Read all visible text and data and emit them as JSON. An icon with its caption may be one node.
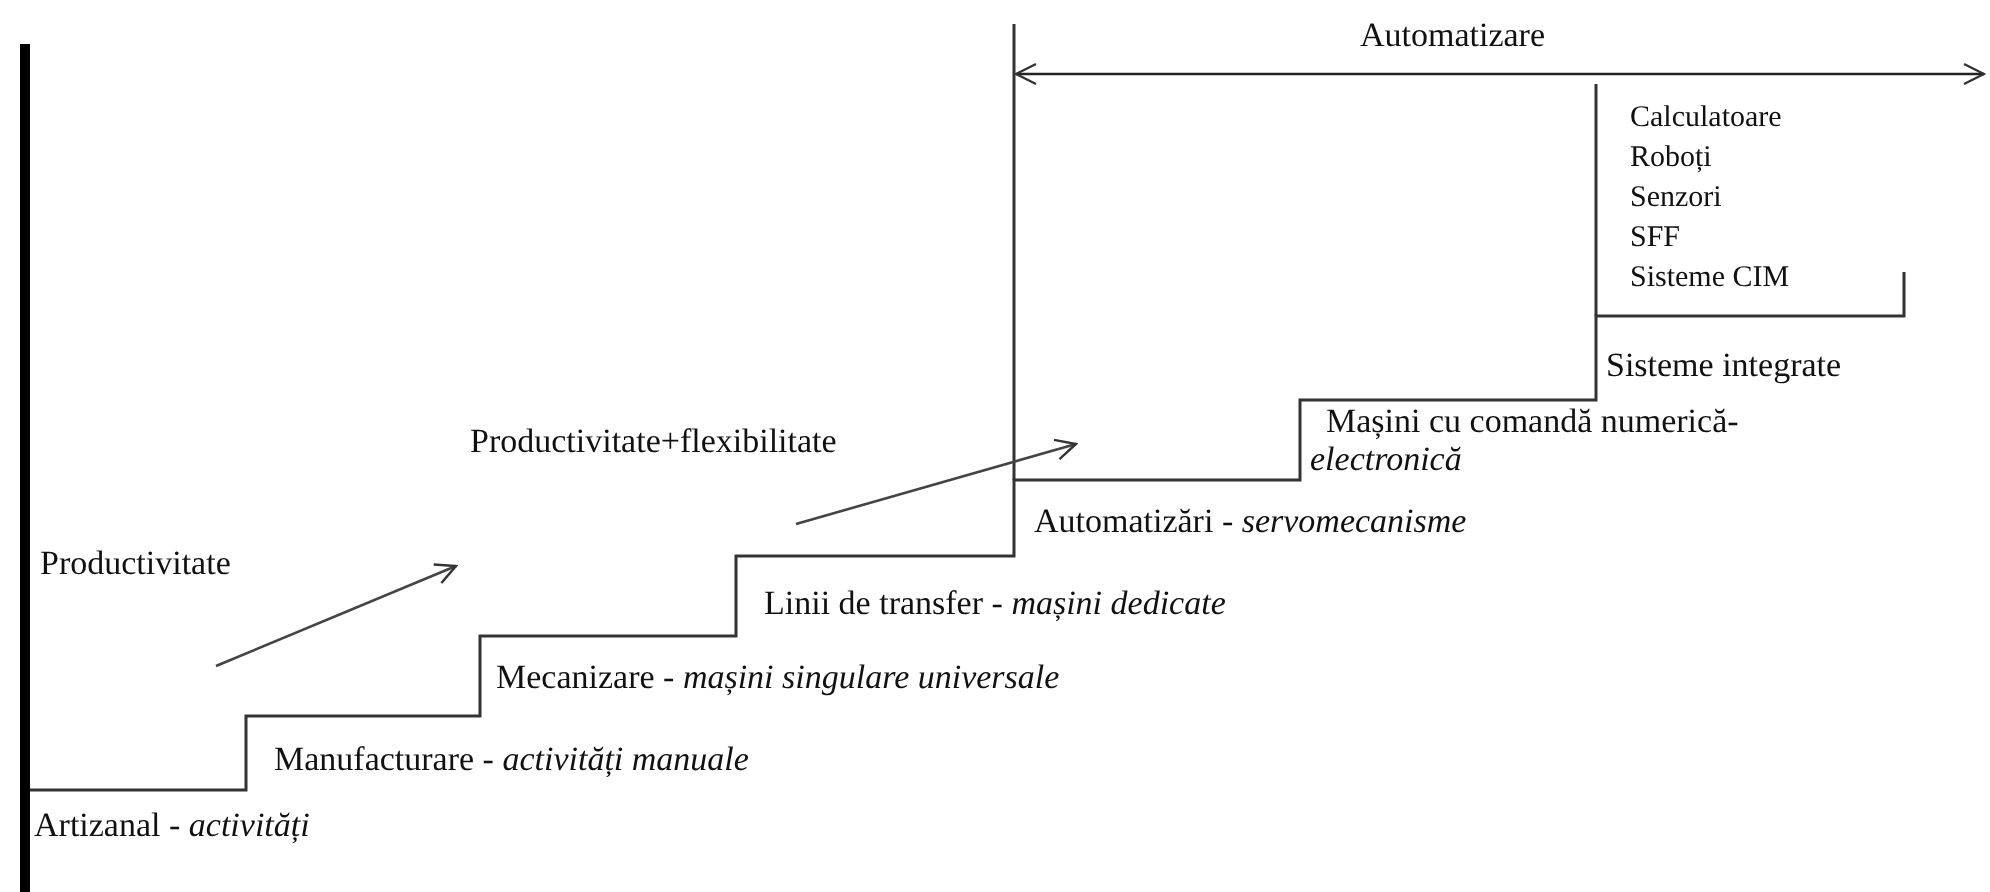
{
  "diagram": {
    "labels": [
      "Automatizare",
      "Calculatoare",
      "Roboți",
      "Senzori",
      "SFF",
      "Sisteme CIM",
      "Sisteme integrate",
      "Productivitate+flexibilitate",
      "Mașini cu comandă numerică- *electronică*",
      "Automatizări - *servomecanisme*",
      "Productivitate",
      "Linii de transfer - *mașini dedicate*",
      "Mecanizare - *mașini singulare universale*",
      "Manufacturare - *activități manuale*",
      "Artizanal - *activități*"
    ]
  }
}
